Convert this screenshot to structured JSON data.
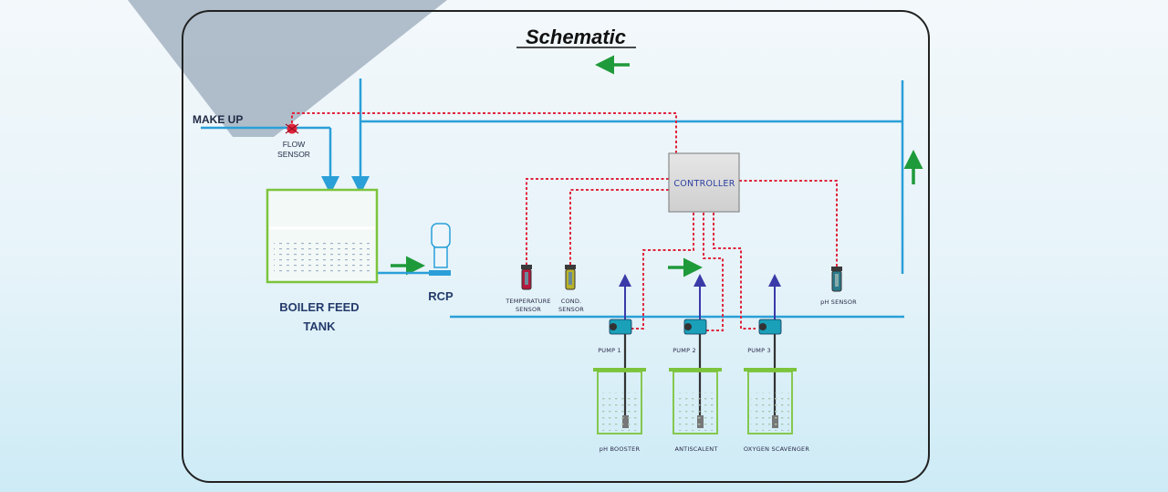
{
  "title": "Schematic",
  "labels": {
    "make_up": "MAKE UP",
    "flow_sensor_1": "FLOW",
    "flow_sensor_2": "SENSOR",
    "tank_1": "BOILER FEED",
    "tank_2": "TANK",
    "rcp": "RCP",
    "controller": "CONTROLLER",
    "temp_sensor_1": "TEMPERATURE",
    "temp_sensor_2": "SENSOR",
    "cond_sensor_1": "COND.",
    "cond_sensor_2": "SENSOR",
    "ph_sensor": "pH SENSOR",
    "pump1": "PUMP 1",
    "pump2": "PUMP 2",
    "pump3": "PUMP 3",
    "chem1": "pH BOOSTER",
    "chem2": "ANTISCALENT",
    "chem3": "OXYGEN SCAVENGER"
  },
  "colors": {
    "pipe": "#2a9fd8",
    "signal": "#e0243c",
    "tank": "#7cc43c",
    "arrow": "#1f9a3a",
    "controller_fill": "#d9d9d9",
    "pump": "#1aa0b8",
    "frame": "#222222"
  }
}
